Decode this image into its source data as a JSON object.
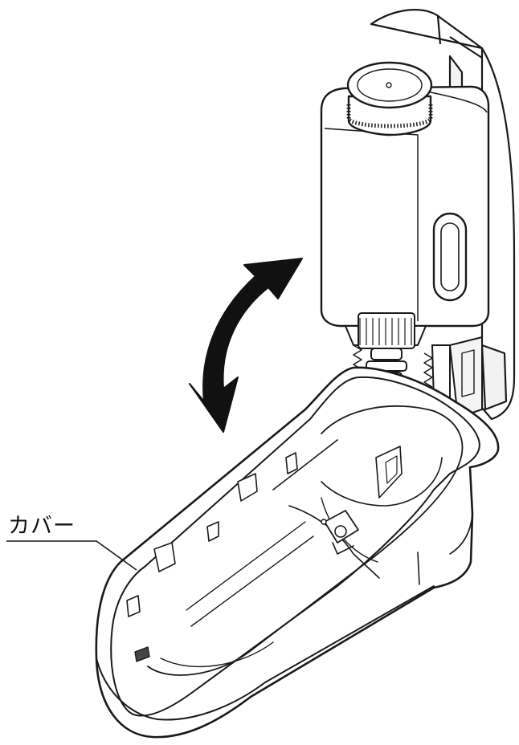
{
  "callouts": [
    {
      "label": "カバー",
      "target": "cover"
    }
  ],
  "parts": {
    "bottle": "refill-bottle",
    "cover": "dispenser-cover",
    "arrow": "open-close-arrow"
  },
  "colors": {
    "line": "#1a1a1a",
    "fill": "#ffffff",
    "tab": "#555555",
    "arrow": "#111111"
  }
}
